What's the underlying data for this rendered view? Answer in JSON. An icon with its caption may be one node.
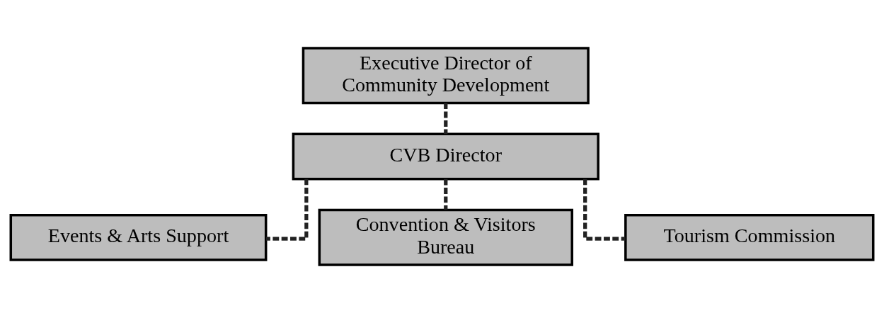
{
  "diagram": {
    "nodes": [
      {
        "text": [
          "Executive Director of Community Development"
        ]
      },
      {
        "text": [
          "CVB Director"
        ]
      },
      {
        "text": [
          "Events & Arts Support"
        ]
      },
      {
        "text": [
          "Convention & Visitors Bureau"
        ]
      },
      {
        "text": [
          "Tourism Commission"
        ]
      }
    ],
    "edges": [
      {
        "from": 0,
        "to": 1,
        "arrow": "none",
        "style": "dashed"
      },
      {
        "from": 1,
        "to": 2,
        "arrow": "none",
        "style": "dashed"
      },
      {
        "from": 1,
        "to": 3,
        "arrow": "none",
        "style": "dashed"
      },
      {
        "from": 1,
        "to": 4,
        "arrow": "none",
        "style": "dashed"
      }
    ]
  }
}
